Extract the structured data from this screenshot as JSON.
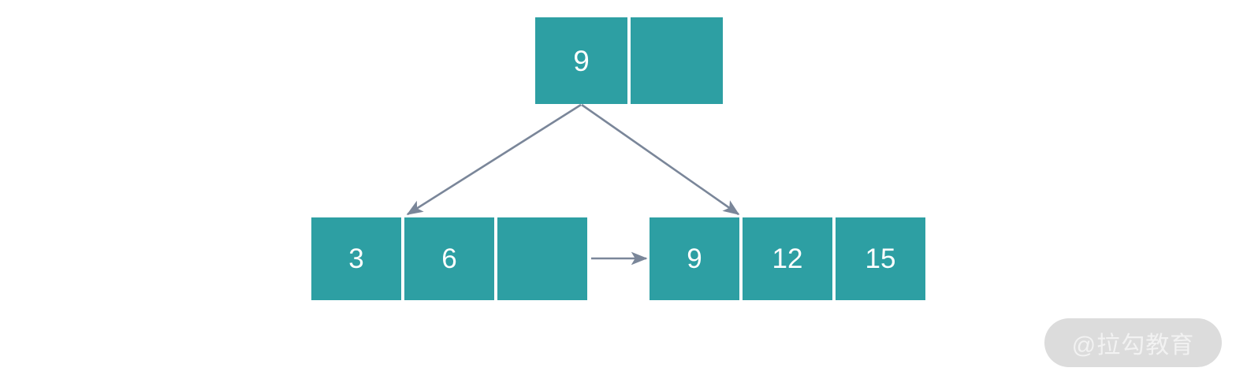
{
  "diagram": {
    "type": "b-plus-tree",
    "title": "",
    "colors": {
      "node_fill": "#2D9FA3",
      "node_text": "#FFFFFF",
      "edge": "#7A8699",
      "background": "#FFFFFF",
      "watermark_pill": "#DCDCDC",
      "watermark_text": "#F2F2F2"
    },
    "root": {
      "name": "root-node",
      "cells": [
        {
          "label": "9",
          "empty": false
        },
        {
          "label": "",
          "empty": true
        }
      ]
    },
    "leaves": [
      {
        "name": "leaf-left",
        "cells": [
          {
            "label": "3",
            "empty": false
          },
          {
            "label": "6",
            "empty": false
          },
          {
            "label": "",
            "empty": true
          }
        ]
      },
      {
        "name": "leaf-right",
        "cells": [
          {
            "label": "9",
            "empty": false
          },
          {
            "label": "12",
            "empty": false
          },
          {
            "label": "15",
            "empty": false
          }
        ]
      }
    ],
    "edges": [
      {
        "name": "root-to-left-leaf",
        "from": "root-node",
        "to": "leaf-left",
        "kind": "child-pointer"
      },
      {
        "name": "root-to-right-leaf",
        "from": "root-node",
        "to": "leaf-right",
        "kind": "child-pointer"
      },
      {
        "name": "leaf-left-to-leaf-right",
        "from": "leaf-left",
        "to": "leaf-right",
        "kind": "sibling-pointer"
      }
    ]
  },
  "watermark": {
    "text": "@拉勾教育"
  }
}
